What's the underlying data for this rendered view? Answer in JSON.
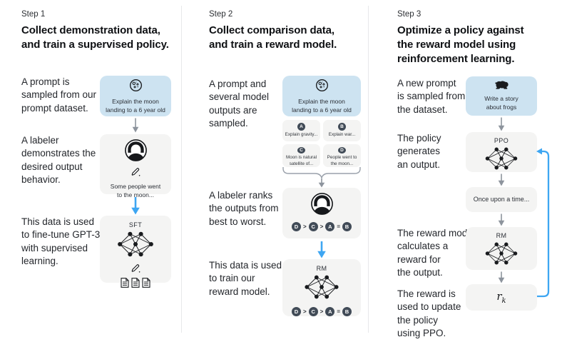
{
  "palette": {
    "prompt_box_bg": "#cde3f1",
    "model_box_bg": "#f4f4f3",
    "flow_arrow_blue": "#3ea6f2",
    "flow_arrow_gray": "#8d949d",
    "letter_badge_bg": "#414b57",
    "text_primary": "#202123"
  },
  "columns": [
    {
      "step": "Step 1",
      "title": "Collect demonstration data,\nand train a supervised policy.",
      "captions": {
        "prompt": "A prompt is\nsampled from our\nprompt dataset.",
        "labeler": "A labeler\ndemonstrates the\ndesired output\nbehavior.",
        "data": "This data is used\nto fine-tune GPT-3\nwith supervised\nlearning."
      },
      "prompt_box": {
        "icon": "moon-icon",
        "text": "Explain the moon\nlanding to a 6 year old"
      },
      "labeler_box": {
        "icon": "labeler-avatar-icon",
        "text": "Some people went\nto the moon..."
      },
      "model_box": {
        "label": "SFT"
      }
    },
    {
      "step": "Step 2",
      "title": "Collect comparison data,\nand train a reward model.",
      "captions": {
        "prompt": "A prompt and\nseveral model\noutputs are\nsampled.",
        "rank": "A labeler ranks\nthe outputs from\nbest to worst.",
        "data": "This data is used\nto train our\nreward model."
      },
      "prompt_box": {
        "icon": "moon-icon",
        "text": "Explain the moon\nlanding to a 6 year old"
      },
      "outputs": [
        {
          "id": "A",
          "text": "Explain gravity..."
        },
        {
          "id": "B",
          "text": "Explain war..."
        },
        {
          "id": "C",
          "text": "Moon is natural\nsatellite of..."
        },
        {
          "id": "D",
          "text": "People went to\nthe moon..."
        }
      ],
      "ranking": {
        "items": [
          "D",
          "C",
          "A",
          "B"
        ],
        "separators": [
          ">",
          ">",
          "="
        ]
      },
      "model_box": {
        "label": "RM"
      }
    },
    {
      "step": "Step 3",
      "title": "Optimize a policy against\nthe reward model using\nreinforcement learning.",
      "captions": {
        "prompt": "A new prompt\nis sampled from\nthe dataset.",
        "policy": "The policy\ngenerates\nan output.",
        "reward": "The reward model\ncalculates a\nreward for\nthe output.",
        "update": "The reward is\nused to update\nthe policy\nusing PPO."
      },
      "prompt_box": {
        "icon": "frog-icon",
        "text": "Write a story\nabout frogs"
      },
      "policy_box": {
        "label": "PPO"
      },
      "output_box": {
        "text": "Once upon a time..."
      },
      "reward_box": {
        "label": "RM"
      },
      "reward_score": {
        "base": "r",
        "subscript": "k"
      }
    }
  ]
}
